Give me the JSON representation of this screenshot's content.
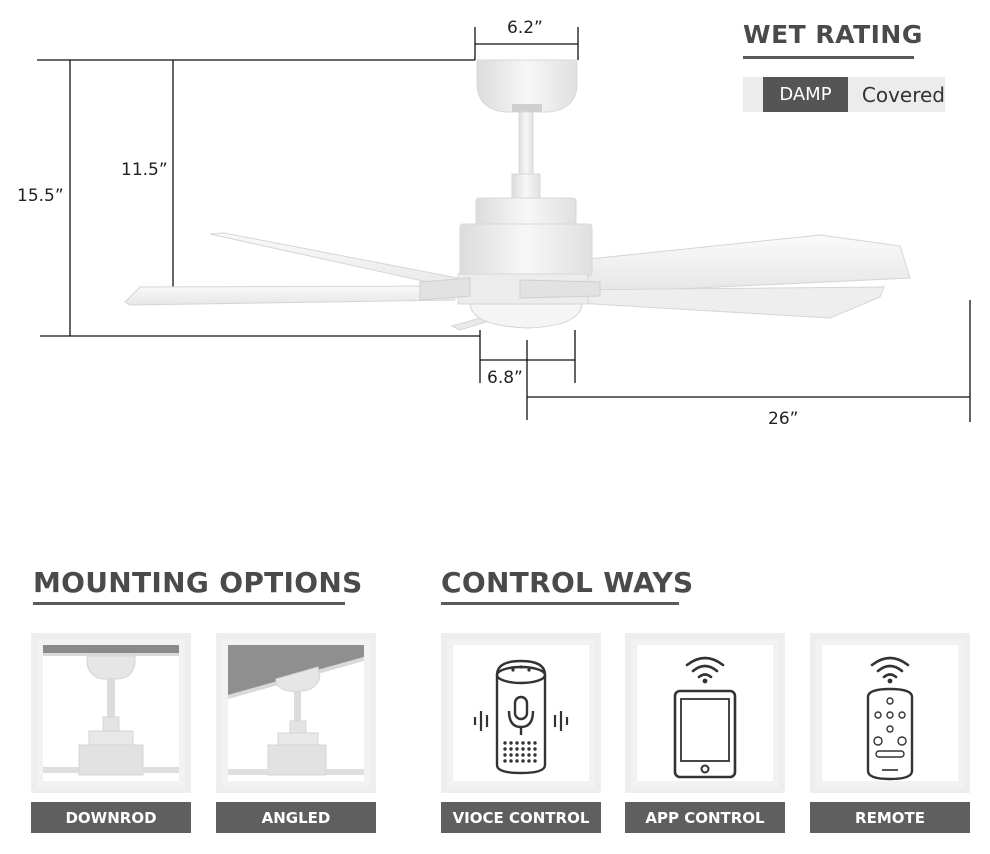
{
  "dimensions": {
    "canopy_width": "6.2”",
    "height_total": "15.5”",
    "height_downrod": "11.5”",
    "light_width": "6.8”",
    "blade_radius": "26”"
  },
  "wet_rating": {
    "title": "WET RATING",
    "level": "DAMP",
    "description": "Covered"
  },
  "mounting": {
    "title": "MOUNTING OPTIONS",
    "options": [
      {
        "label": "DOWNROD"
      },
      {
        "label": "ANGLED"
      }
    ]
  },
  "control": {
    "title": "CONTROL WAYS",
    "options": [
      {
        "label": "VIOCE CONTROL",
        "icon": "voice-speaker-icon"
      },
      {
        "label": "APP CONTROL",
        "icon": "smartphone-wifi-icon"
      },
      {
        "label": "REMOTE",
        "icon": "remote-wifi-icon"
      }
    ]
  },
  "colors": {
    "label_bg": "#5f5f5f",
    "title_text": "#4a4a4a",
    "fan_white": "#f4f4f4"
  }
}
